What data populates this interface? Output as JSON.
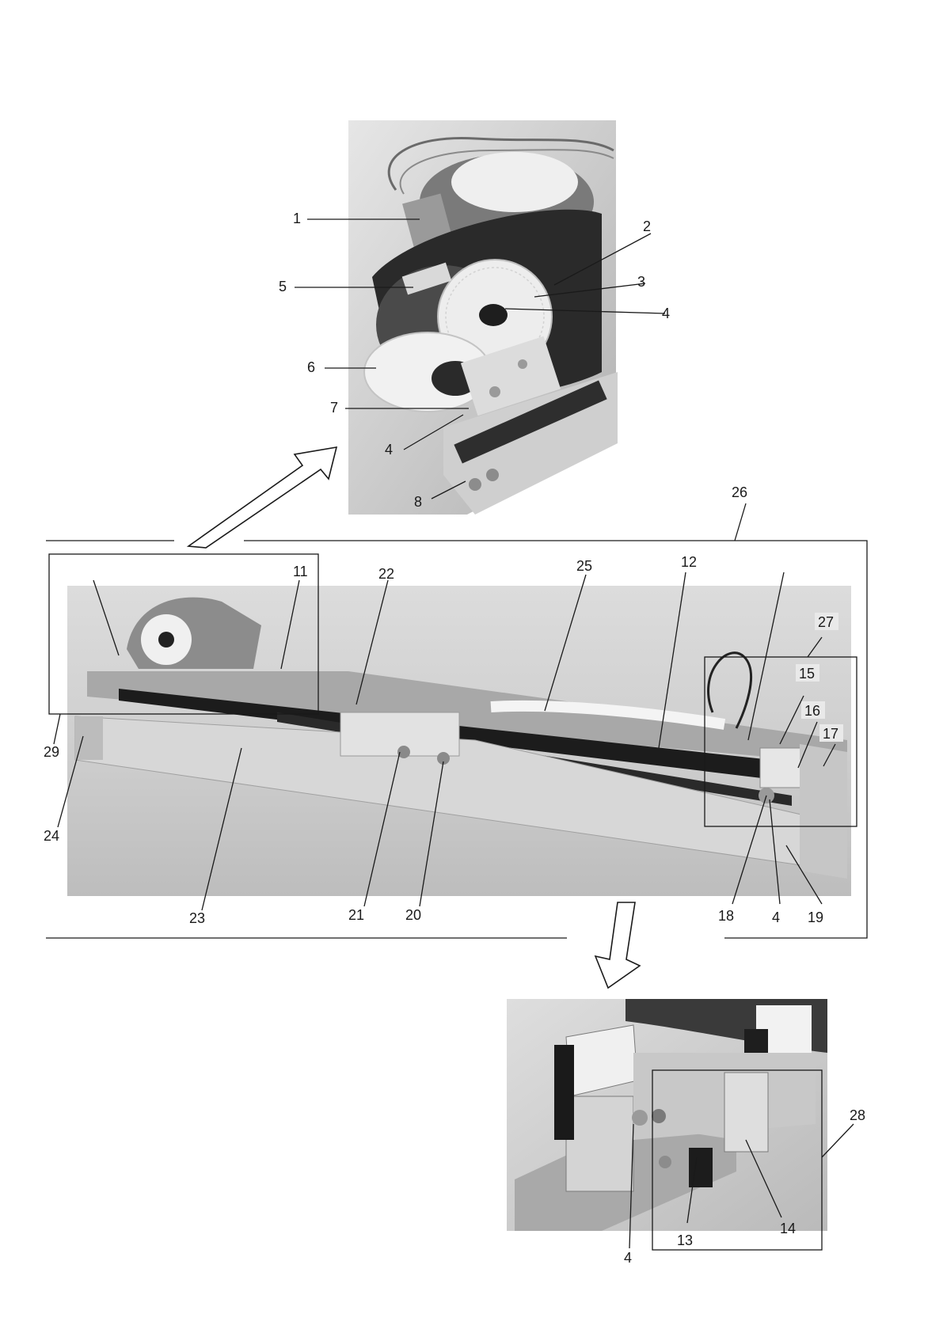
{
  "callouts": {
    "c1": "1",
    "c2": "2",
    "c3": "3",
    "c4a": "4",
    "c5": "5",
    "c6": "6",
    "c7": "7",
    "c4b": "4",
    "c8": "8",
    "c26": "26",
    "c11": "11",
    "c22": "22",
    "c25": "25",
    "c12": "12",
    "c27": "27",
    "c15": "15",
    "c16": "16",
    "c17": "17",
    "c29": "29",
    "c24": "24",
    "c23": "23",
    "c21": "21",
    "c20": "20",
    "c18": "18",
    "c4c": "4",
    "c19": "19",
    "c28": "28",
    "c14": "14",
    "c13": "13",
    "c4d": "4"
  },
  "photos": {
    "top": "motor-gear-assembly-photo",
    "main": "linear-slide-rail-photo",
    "bottom": "end-block-sensor-photo"
  }
}
